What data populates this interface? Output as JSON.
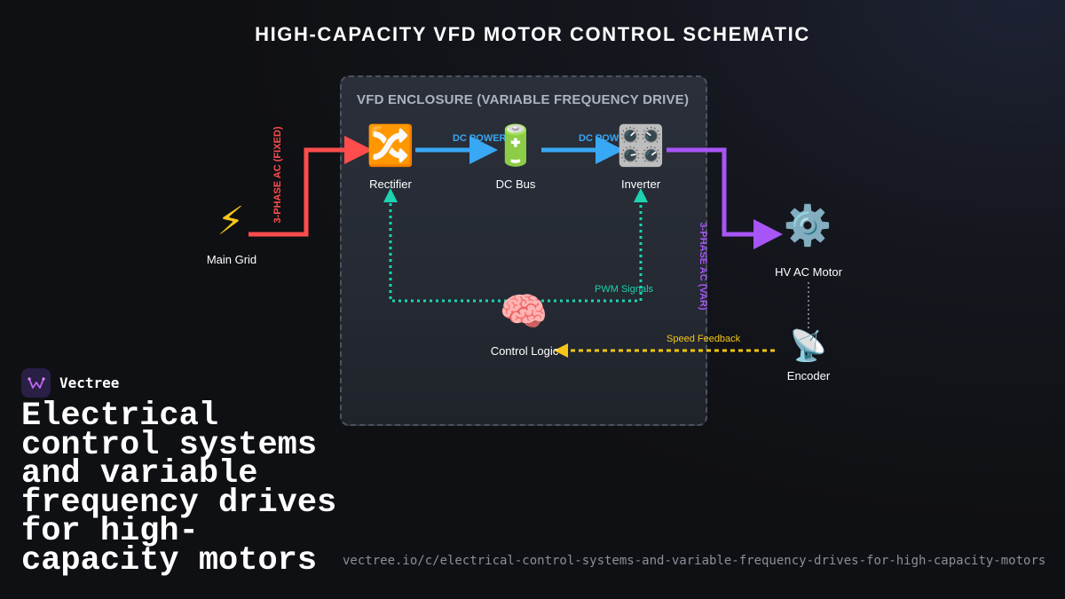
{
  "title": "HIGH-CAPACITY VFD MOTOR CONTROL SCHEMATIC",
  "enclosure": {
    "label": "VFD ENCLOSURE (VARIABLE FREQUENCY DRIVE)"
  },
  "nodes": {
    "main_grid": {
      "label": "Main Grid",
      "icon": "⚡",
      "icon_name": "lightning-icon"
    },
    "rectifier": {
      "label": "Rectifier",
      "icon": "🔀",
      "icon_name": "shuffle-icon"
    },
    "dc_bus": {
      "label": "DC Bus",
      "icon": "🔋",
      "icon_name": "battery-icon"
    },
    "inverter": {
      "label": "Inverter",
      "icon": "🎛️",
      "icon_name": "control-knobs-icon"
    },
    "motor": {
      "label": "HV AC Motor",
      "icon": "⚙️",
      "icon_name": "gear-icon"
    },
    "control_logic": {
      "label": "Control Logic",
      "icon": "🧠",
      "icon_name": "brain-icon"
    },
    "encoder": {
      "label": "Encoder",
      "icon": "📡",
      "icon_name": "satellite-antenna-icon"
    }
  },
  "edges": {
    "grid_to_rectifier": "3-PHASE AC (FIXED)",
    "rectifier_to_bus": "DC POWER",
    "bus_to_inverter": "DC POWER",
    "inverter_to_motor": "3-PHASE AC (VAR)",
    "pwm": "PWM Signals",
    "feedback": "Speed Feedback"
  },
  "colors": {
    "ac_fixed": "#ff4d4d",
    "dc_power": "#38a8f5",
    "ac_var": "#a855f7",
    "pwm": "#1dd3b0",
    "feedback": "#f5c518",
    "encoder_link": "#8fa3b8"
  },
  "brand": {
    "name": "Vectree"
  },
  "headline": "Electrical control systems and variable frequency drives for high-capacity motors",
  "url": "vectree.io/c/electrical-control-systems-and-variable-frequency-drives-for-high-capacity-motors"
}
